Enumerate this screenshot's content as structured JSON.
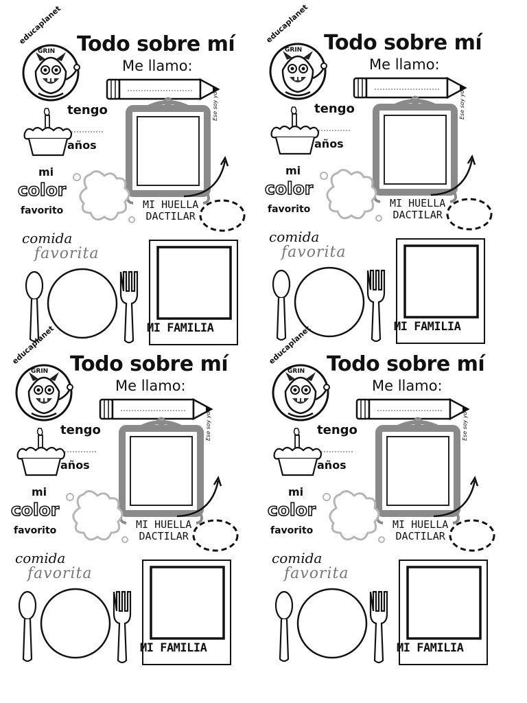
{
  "cards": [
    {
      "brand": "educaplanet",
      "mascot": "GRIN",
      "title": "Todo sobre mí",
      "name_label": "Me llamo:",
      "age_label_top": "tengo",
      "age_label_bottom": "años",
      "color_label_1": "mi",
      "color_label_2": "color",
      "color_label_3": "favorito",
      "photo_caption": "Ese soy yo",
      "fingerprint_label": "MI HUELLA\nDACTILAR",
      "food_label_1": "comida",
      "food_label_2": "favorita",
      "family_label": "MI FAMILIA"
    },
    {
      "brand": "educaplanet",
      "mascot": "GRIN",
      "title": "Todo sobre mí",
      "name_label": "Me llamo:",
      "age_label_top": "tengo",
      "age_label_bottom": "años",
      "color_label_1": "mi",
      "color_label_2": "color",
      "color_label_3": "favorito",
      "photo_caption": "Ese soy yo",
      "fingerprint_label": "MI HUELLA\nDACTILAR",
      "food_label_1": "comida",
      "food_label_2": "favorita",
      "family_label": "MI FAMILIA"
    },
    {
      "brand": "educaplanet",
      "mascot": "GRIN",
      "title": "Todo sobre mí",
      "name_label": "Me llamo:",
      "age_label_top": "tengo",
      "age_label_bottom": "años",
      "color_label_1": "mi",
      "color_label_2": "color",
      "color_label_3": "favorito",
      "photo_caption": "Ese soy yo",
      "fingerprint_label": "MI HUELLA\nDACTILAR",
      "food_label_1": "comida",
      "food_label_2": "favorita",
      "family_label": "MI FAMILIA"
    },
    {
      "brand": "educaplanet",
      "mascot": "GRIN",
      "title": "Todo sobre mí",
      "name_label": "Me llamo:",
      "age_label_top": "tengo",
      "age_label_bottom": "años",
      "color_label_1": "mi",
      "color_label_2": "color",
      "color_label_3": "favorito",
      "photo_caption": "Ese soy yo",
      "fingerprint_label": "MI HUELLA\nDACTILAR",
      "food_label_1": "comida",
      "food_label_2": "favorita",
      "family_label": "MI FAMILIA"
    }
  ],
  "colors": {
    "ink": "#111111",
    "frame_gray": "#9a9a9a",
    "splat_gray": "#b5b5b5"
  },
  "icons": [
    "mascot-icon",
    "pencil-icon",
    "cake-icon",
    "candle-icon",
    "paint-splat-icon",
    "ornate-frame-icon",
    "arrow-icon",
    "fingerprint-oval-icon",
    "spoon-icon",
    "plate-icon",
    "fork-icon",
    "polaroid-frame-icon"
  ]
}
